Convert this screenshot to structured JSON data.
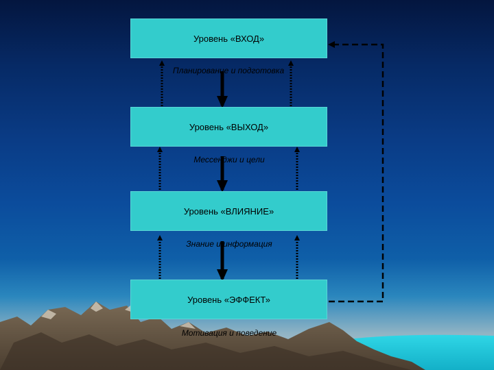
{
  "levels": [
    {
      "title": "Уровень «ВХОД»",
      "caption": "Планирование и подготовка"
    },
    {
      "title": "Уровень «ВЫХОД»",
      "caption": "Мессенджи и цели"
    },
    {
      "title": "Уровень «ВЛИЯНИЕ»",
      "caption": "Знание и информация"
    },
    {
      "title": "Уровень «ЭФФЕКТ»",
      "caption": "Мотивация и поведение"
    }
  ],
  "colors": {
    "box": "#33cccc",
    "arrow": "#000000"
  }
}
